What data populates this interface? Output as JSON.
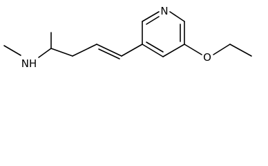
{
  "structure": {
    "atom_labels": {
      "ring_nitrogen": "N",
      "amine": "NH",
      "ether_oxygen": "O"
    }
  },
  "colors": {
    "background": "#ffffff",
    "bonds": "#000000",
    "text": "#000000"
  }
}
